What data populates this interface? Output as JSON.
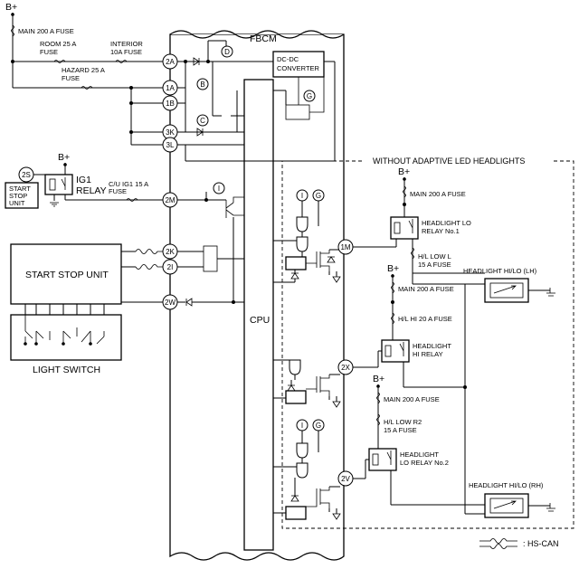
{
  "supplies": {
    "bplus": "B+"
  },
  "fuses": {
    "main_200a": "MAIN 200 A FUSE",
    "room_25a_1": "ROOM 25 A",
    "room_25a_2": "FUSE",
    "interior_1": "INTERIOR",
    "interior_2": "10A FUSE",
    "hazard_1": "HAZARD 25 A",
    "hazard_2": "FUSE",
    "cu_ig1_1": "C/U IG1 15 A",
    "cu_ig1_2": "FUSE",
    "hl_low_l_1": "H/L LOW L",
    "hl_low_l_2": "15 A FUSE",
    "hl_hi_20a": "H/L HI 20 A FUSE",
    "hl_low_r2_1": "H/L LOW R2",
    "hl_low_r2_2": "15 A FUSE"
  },
  "modules": {
    "fbcm": "FBCM",
    "dcdc_1": "DC-DC",
    "dcdc_2": "CONVERTER",
    "cpu": "CPU",
    "start_stop_unit": "START STOP UNIT",
    "light_switch": "LIGHT SWITCH",
    "ss_small_1": "START",
    "ss_small_2": "STOP",
    "ss_small_3": "UNIT",
    "ig1_relay_1": "IG1",
    "ig1_relay_2": "RELAY"
  },
  "pins": {
    "p2A": "2A",
    "p1A": "1A",
    "p1B": "1B",
    "p3K": "3K",
    "p3L": "3L",
    "p2M": "2M",
    "p2K": "2K",
    "p2I": "2I",
    "p2W": "2W",
    "p1M": "1M",
    "p2X": "2X",
    "p2V": "2V",
    "p2S": "2S"
  },
  "markers": {
    "B": "B",
    "C": "C",
    "D": "D",
    "G": "G",
    "I": "I"
  },
  "headlights": {
    "region_title": "WITHOUT ADAPTIVE LED HEADLIGHTS",
    "lo_relay1_1": "HEADLIGHT LO",
    "lo_relay1_2": "RELAY No.1",
    "hi_relay_1": "HEADLIGHT",
    "hi_relay_2": "HI RELAY",
    "lo_relay2_1": "HEADLIGHT",
    "lo_relay2_2": "LO RELAY No.2",
    "lamp_lh": "HEADLIGHT HI/LO (LH)",
    "lamp_rh": "HEADLIGHT HI/LO (RH)"
  },
  "legend": {
    "hs_can": ": HS-CAN"
  }
}
